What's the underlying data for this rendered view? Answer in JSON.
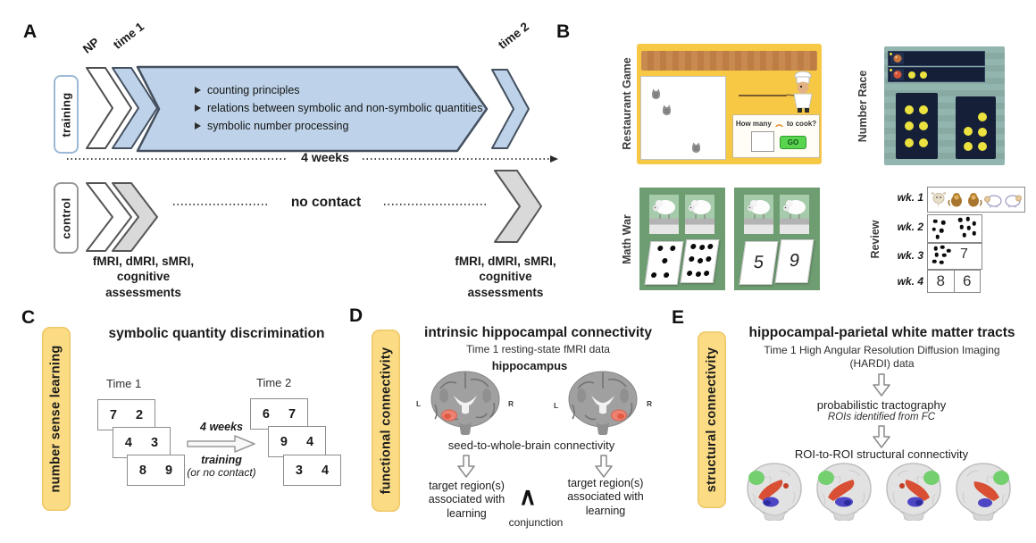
{
  "colors": {
    "blue_fill": "#bed3e9",
    "gray_fill": "#d9d9d9",
    "stroke_dark": "#4d4d4d",
    "yellow_bar": "#fbdc84",
    "green_panel": "#6f9d72",
    "game_yellow": "#f6c844",
    "banner_brown": "#c98a50",
    "race_teal": "#93b5af",
    "navy_card": "#151f38",
    "dot_yellow": "#ece23f",
    "go_green": "#58d44e",
    "hippo_red": "#ed8273"
  },
  "panel_a": {
    "label": "A",
    "np_label": "NP",
    "time1_label": "time 1",
    "time2_label": "time 2",
    "training_label": "training",
    "control_label": "control",
    "bullets": [
      "counting principles",
      "relations between symbolic and non-symbolic quantities",
      "symbolic number processing"
    ],
    "duration_label": "4 weeks",
    "no_contact_label": "no contact",
    "assessments_left": "fMRI, dMRI, sMRI,\ncognitive\nassessments",
    "assessments_right": "fMRI, dMRI, sMRI,\ncognitive\nassessments"
  },
  "panel_b": {
    "label": "B",
    "restaurant_game": {
      "title": "Restaurant Game",
      "question_prefix": "How many",
      "question_suffix": "to cook?",
      "go_button": "GO",
      "animal_count": 3
    },
    "number_race": {
      "title": "Number Race",
      "bar2_dots": [
        [
          16,
          50
        ],
        [
          40,
          50
        ]
      ],
      "card_left_dots": [
        [
          32,
          25
        ],
        [
          66,
          25
        ],
        [
          32,
          50
        ],
        [
          66,
          50
        ],
        [
          32,
          75
        ],
        [
          66,
          75
        ]
      ],
      "card_right_dots": [
        [
          30,
          56
        ],
        [
          30,
          80
        ],
        [
          67,
          33
        ],
        [
          67,
          57
        ],
        [
          67,
          80
        ]
      ]
    },
    "math_war": {
      "title": "Math War",
      "dot_card_left": [
        [
          30,
          15
        ],
        [
          72,
          15
        ],
        [
          52,
          45
        ],
        [
          22,
          78
        ],
        [
          62,
          78
        ]
      ],
      "dot_card_right": [
        [
          24,
          14
        ],
        [
          50,
          18
        ],
        [
          76,
          14
        ],
        [
          24,
          45
        ],
        [
          50,
          48
        ],
        [
          76,
          45
        ],
        [
          24,
          78
        ],
        [
          50,
          80
        ],
        [
          76,
          78
        ]
      ],
      "number_card_left": "5",
      "number_card_right": "9"
    },
    "review": {
      "title": "Review",
      "week_labels": [
        "wk. 1",
        "wk. 2",
        "wk. 3",
        "wk. 4"
      ],
      "wk2_left_dots": [
        [
          28,
          22
        ],
        [
          58,
          28
        ],
        [
          22,
          52
        ],
        [
          50,
          58
        ],
        [
          36,
          80
        ]
      ],
      "wk2_right_dots": [
        [
          25,
          18
        ],
        [
          52,
          14
        ],
        [
          74,
          30
        ],
        [
          30,
          44
        ],
        [
          56,
          48
        ],
        [
          74,
          68
        ],
        [
          40,
          74
        ]
      ],
      "wk3_dots": [
        [
          22,
          18
        ],
        [
          48,
          14
        ],
        [
          70,
          28
        ],
        [
          26,
          44
        ],
        [
          54,
          46
        ],
        [
          18,
          70
        ],
        [
          44,
          74
        ]
      ],
      "wk3_number": "7",
      "wk4_numbers": [
        "8",
        "6"
      ]
    }
  },
  "panel_c": {
    "label": "C",
    "sidebar_label": "number sense learning",
    "title": "symbolic quantity discrimination",
    "time1_label": "Time 1",
    "time2_label": "Time 2",
    "time1_cards": [
      [
        "7",
        "2"
      ],
      [
        "4",
        "3"
      ],
      [
        "8",
        "9"
      ]
    ],
    "time2_cards": [
      [
        "6",
        "7"
      ],
      [
        "9",
        "4"
      ],
      [
        "3",
        "4"
      ]
    ],
    "arrow_top": "4 weeks",
    "arrow_bottom1": "training",
    "arrow_bottom2": "(or no contact)"
  },
  "panel_d": {
    "label": "D",
    "sidebar_label": "functional connectivity",
    "title": "intrinsic hippocampal connectivity",
    "subtitle": "Time 1 resting-state fMRI data",
    "seed_label": "hippocampus",
    "l_label": "L",
    "r_label": "R",
    "step_label": "seed-to-whole-brain connectivity",
    "target_left": "target region(s)\nassociated with\nlearning",
    "target_right": "target region(s)\nassociated with\nlearning",
    "conjunction_symbol": "∧",
    "conjunction_label": "conjunction"
  },
  "panel_e": {
    "label": "E",
    "sidebar_label": "structural connectivity",
    "title": "hippocampal-parietal white matter tracts",
    "subtitle": "Time 1 High Angular Resolution Diffusion Imaging\n(HARDI) data",
    "step1_label": "probabilistic tractography",
    "step1_note": "ROIs identified from FC",
    "step2_label": "ROI-to-ROI structural connectivity"
  }
}
